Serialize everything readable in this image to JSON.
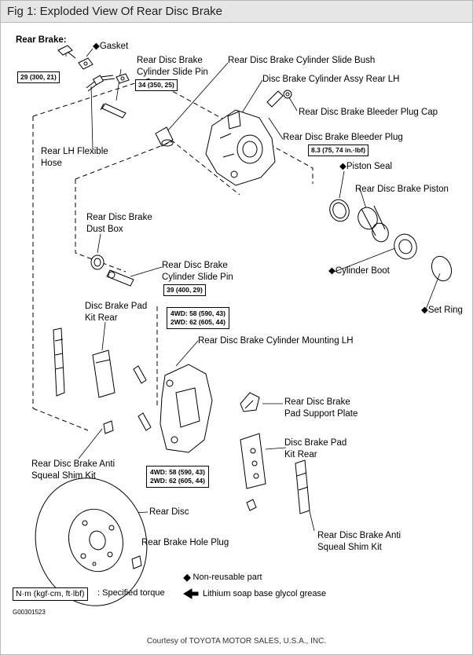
{
  "title": "Fig 1: Exploded View Of Rear Disc Brake",
  "labels": {
    "rear_brake": "Rear Brake:",
    "gasket": "◆Gasket",
    "slide_pin_top": "Rear Disc Brake\nCylinder Slide Pin",
    "slide_bush": "Rear Disc Brake Cylinder Slide Bush",
    "cyl_assy": "Disc Brake Cylinder Assy Rear LH",
    "bleeder_cap": "Rear Disc Brake Bleeder Plug Cap",
    "bleeder_plug": "Rear Disc Brake Bleeder Plug",
    "flex_hose": "Rear LH Flexible\nHose",
    "piston_seal": "◆Piston Seal",
    "piston": "Rear Disc Brake Piston",
    "dust_box": "Rear Disc Brake\nDust Box",
    "slide_pin_mid": "Rear Disc Brake\nCylinder Slide Pin",
    "cyl_boot": "◆Cylinder Boot",
    "set_ring": "◆Set Ring",
    "pad_kit_left": "Disc Brake Pad\nKit Rear",
    "mounting": "Rear Disc Brake Cylinder Mounting LH",
    "pad_support": "Rear Disc Brake\nPad Support Plate",
    "pad_kit_right": "Disc Brake Pad\nKit Rear",
    "shim_left": "Rear Disc Brake Anti\nSqueal Shim Kit",
    "shim_right": "Rear Disc Brake Anti\nSqueal Shim Kit",
    "rear_disc": "Rear Disc",
    "hole_plug": "Rear Brake Hole Plug"
  },
  "torques": {
    "rear_brake": "29 (300, 21)",
    "slide_pin_top": "34 (350, 25)",
    "bleeder": "8.3 (75, 74 in.·lbf)",
    "slide_pin_mid": "39 (400, 29)",
    "mount_top_4wd": "4WD: 58 (590, 43)",
    "mount_top_2wd": "2WD: 62 (605, 44)",
    "mount_bot_4wd": "4WD: 58 (590, 43)",
    "mount_bot_2wd": "2WD: 62 (605, 44)"
  },
  "legend": {
    "torque_unit": "N·m (kgf·cm, ft·lbf)",
    "torque_text": ": Specified torque",
    "non_reusable": "◆ Non-reusable part",
    "grease": "Lithium soap base glycol grease"
  },
  "figure_code": "G00301523",
  "credit": "Courtesy of TOYOTA MOTOR SALES, U.S.A., INC."
}
